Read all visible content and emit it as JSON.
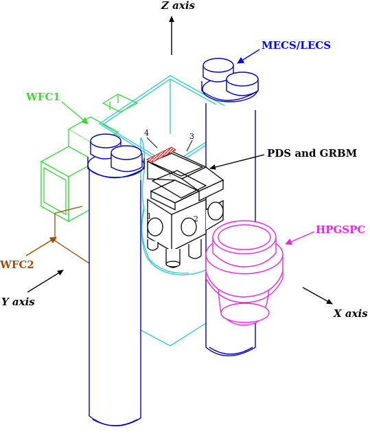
{
  "labels": {
    "z_axis": "Z axis",
    "y_axis": "Y axis",
    "x_axis": "X axis",
    "mecs_lecs": "MECS/LECS",
    "wfc1": "WFC1",
    "wfc2": "WFC2",
    "pds_grbm": "PDS and GRBM",
    "hpgspc": "HPGSPC",
    "n1": "1",
    "n2": "2",
    "n3": "3",
    "n4": "4"
  },
  "colors": {
    "axis_text": "#000000",
    "mecs_lecs": "#0000ff",
    "wfc1": "#33dd33",
    "wfc2": "#a64b00",
    "pds_grbm": "#000000",
    "hpgspc": "#ee22ee",
    "structure": "#22cccc",
    "telescopes": "#0000cc",
    "grbm_shield": "#dd2222"
  }
}
